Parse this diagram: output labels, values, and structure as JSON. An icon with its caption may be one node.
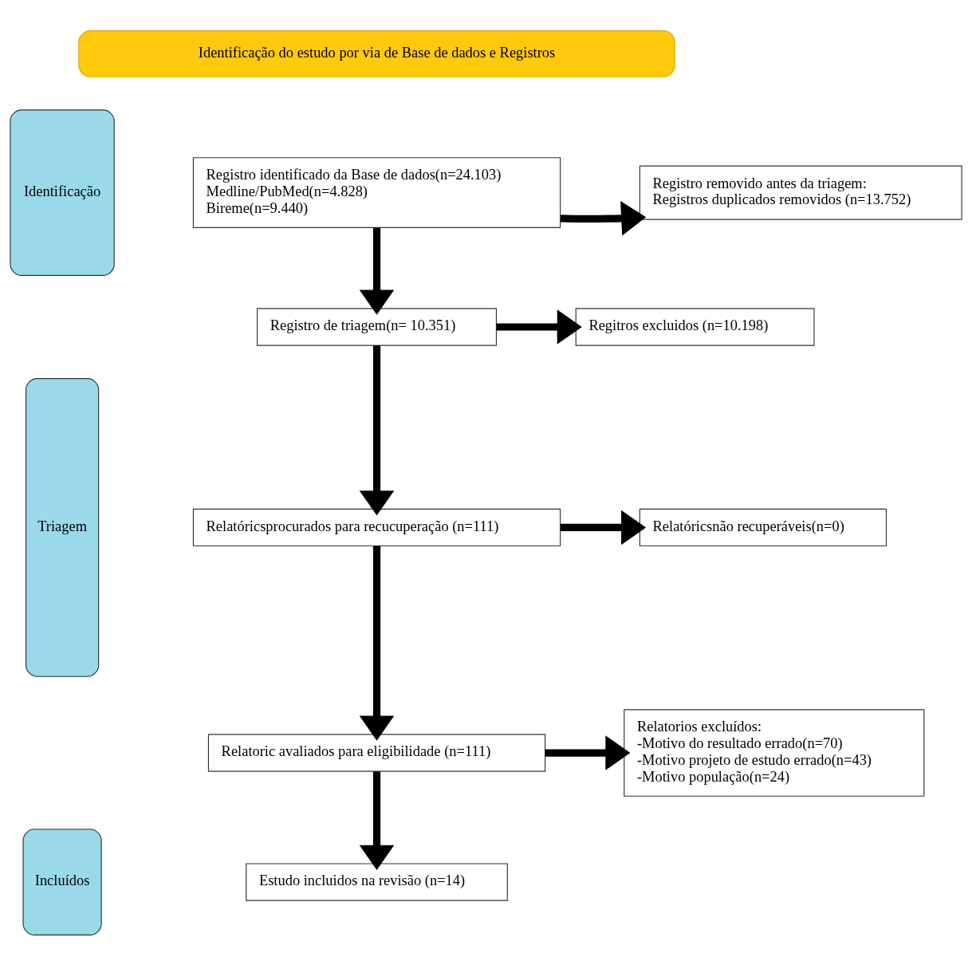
{
  "diagram": {
    "nodes": [
      {
        "text": [
          "Identificação do estudo por via de Base de dados e Registros"
        ]
      },
      {
        "text": [
          "Identificação"
        ]
      },
      {
        "text": [
          "Triagem"
        ]
      },
      {
        "text": [
          "Incluídos"
        ]
      },
      {
        "text": [
          "Registro identificado da Base de dados(n=24.103)",
          "Medline/PubMed(n=4.828)",
          "Bireme(n=9.440)"
        ]
      },
      {
        "text": [
          "Registro removido antes da triagem:",
          "Registros duplicados removidos (n=13.752)"
        ]
      },
      {
        "text": [
          "Registro de triagem(n= 10.351)"
        ]
      },
      {
        "text": [
          "Regitros excluidos (n=10.198)"
        ]
      },
      {
        "text": [
          "Relatóricsprocurados para recucuperação (n=111)"
        ]
      },
      {
        "text": [
          "Relatóricsnão recuperáveis(n=0)"
        ]
      },
      {
        "text": [
          "Relatoric avaliados para eligibilidade (n=111)"
        ]
      },
      {
        "text": [
          "Relatorios excluídos:",
          "-Motivo do resultado errado(n=70)",
          "-Motivo projeto de estudo errado(n=43)",
          "-Motivo população(n=24)"
        ]
      },
      {
        "text": [
          "Estudo incluidos na revisão (n=14)"
        ]
      }
    ],
    "edges": [
      {
        "from": 4,
        "to": 5,
        "arrow": "to"
      },
      {
        "from": 4,
        "to": 6,
        "arrow": "to"
      },
      {
        "from": 6,
        "to": 7,
        "arrow": "to"
      },
      {
        "from": 6,
        "to": 8,
        "arrow": "to"
      },
      {
        "from": 8,
        "to": 9,
        "arrow": "to"
      },
      {
        "from": 8,
        "to": 10,
        "arrow": "to"
      },
      {
        "from": 10,
        "to": 11,
        "arrow": "to"
      },
      {
        "from": 10,
        "to": 12,
        "arrow": "to"
      }
    ]
  }
}
